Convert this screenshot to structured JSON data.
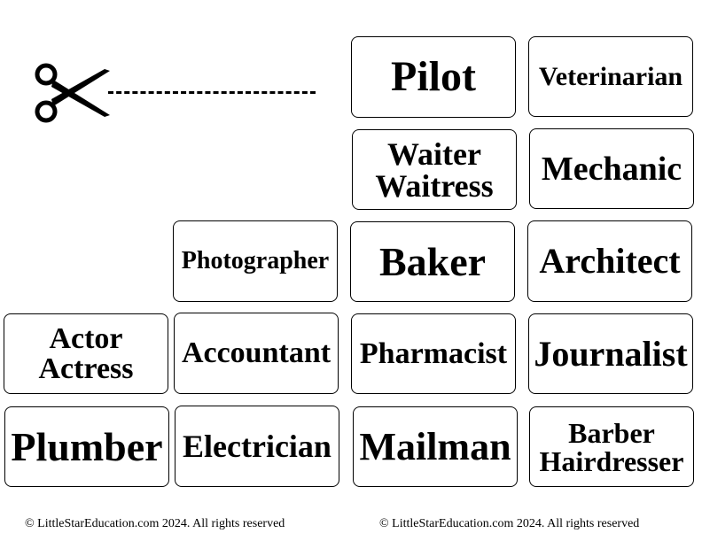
{
  "cards": {
    "pilot": "Pilot",
    "veterinarian": "Veterinarian",
    "waiter": [
      "Waiter",
      "Waitress"
    ],
    "mechanic": "Mechanic",
    "photographer": "Photographer",
    "baker": "Baker",
    "architect": "Architect",
    "actor": [
      "Actor",
      "Actress"
    ],
    "accountant": "Accountant",
    "pharmacist": "Pharmacist",
    "journalist": "Journalist",
    "plumber": "Plumber",
    "electrician": "Electrician",
    "mailman": "Mailman",
    "barber": [
      "Barber",
      "Hairdresser"
    ]
  },
  "footer": {
    "left": "© LittleStarEducation.com 2024. All rights reserved",
    "right": "© LittleStarEducation.com 2024. All rights reserved"
  },
  "icons": {
    "cut": "scissors-icon"
  }
}
